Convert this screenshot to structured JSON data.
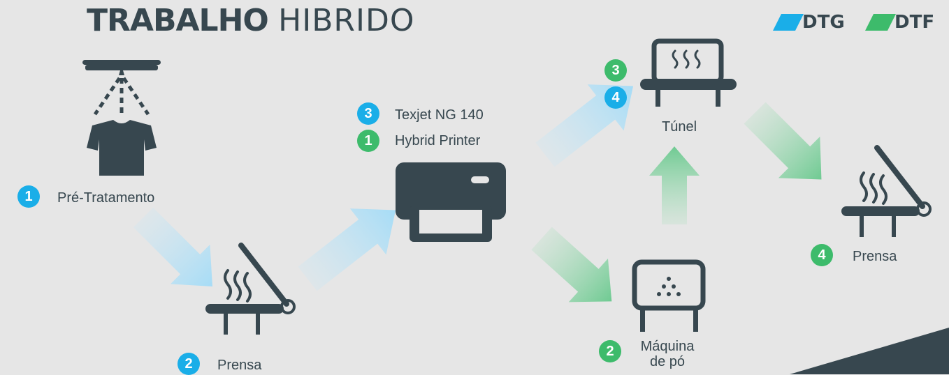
{
  "title": {
    "bold": "TRABALHO",
    "light": "HIBRIDO"
  },
  "brands": {
    "dtg": "DTG",
    "dtf": "DTF"
  },
  "colors": {
    "dark": "#37474f",
    "blue": "#1aaee8",
    "green": "#3dbb6b",
    "bg": "#e6e6e6"
  },
  "steps": {
    "pretreat": {
      "badge": "1",
      "label": "Pré-Tratamento",
      "icon": "spray-tshirt-icon"
    },
    "press_left": {
      "badge": "2",
      "label": "Prensa",
      "icon": "heat-press-icon"
    },
    "printer": {
      "badge_blue": "3",
      "badge_green": "1",
      "line1": "Texjet NG 140",
      "line2": "Hybrid Printer",
      "icon": "printer-icon"
    },
    "tunnel": {
      "badge_green": "3",
      "badge_blue": "4",
      "label": "Túnel",
      "icon": "tunnel-dryer-icon"
    },
    "powder": {
      "badge": "2",
      "line1": "Máquina",
      "line2": "de pó",
      "icon": "powder-machine-icon"
    },
    "press_right": {
      "badge": "4",
      "label": "Prensa",
      "icon": "heat-press-icon"
    }
  }
}
